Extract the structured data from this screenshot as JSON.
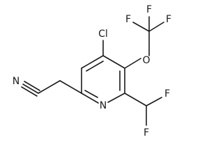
{
  "molecule": {
    "atoms": {
      "chlorine": "Cl",
      "ring_nitrogen": "N",
      "ether_oxygen": "O",
      "trifluoromethoxy_fluorine_left": "F",
      "trifluoromethoxy_fluorine_top": "F",
      "trifluoromethoxy_fluorine_right": "F",
      "difluoromethyl_fluorine_right": "F",
      "difluoromethyl_fluorine_bottom": "F",
      "nitrile_nitrogen": "N"
    }
  },
  "colors": {
    "bond": "#1a1a1a",
    "label": "#1a1a1a",
    "background": "#ffffff"
  }
}
